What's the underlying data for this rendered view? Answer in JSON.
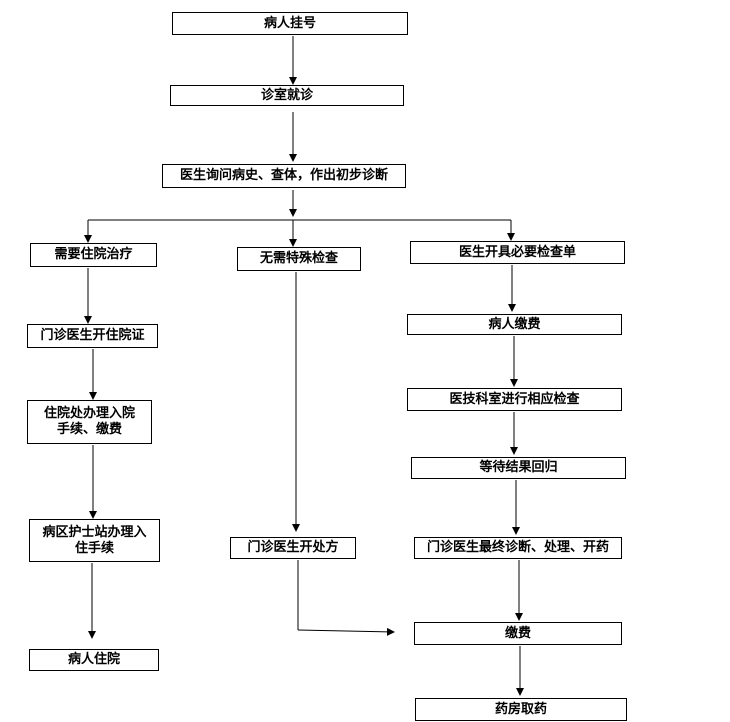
{
  "nodes": {
    "register": "病人挂号",
    "consult": "诊室就诊",
    "initial": "医生询问病史、查体，作出初步诊断",
    "inpatient": "需要住院治疗",
    "no_exam": "无需特殊检查",
    "exam_order": "医生开具必要检查单",
    "admit_cert": "门诊医生开住院证",
    "admission": "住院处办理入院\n手续、缴费",
    "nurse_station": "病区护士站办理入\n住手续",
    "hospitalized": "病人住院",
    "patient_pay": "病人缴费",
    "tech_exam": "医技科室进行相应检查",
    "wait_result": "等待结果回归",
    "prescribe": "门诊医生开处方",
    "final_diag": "门诊医生最终诊断、处理、开药",
    "pay": "缴费",
    "pharmacy": "药房取药"
  }
}
